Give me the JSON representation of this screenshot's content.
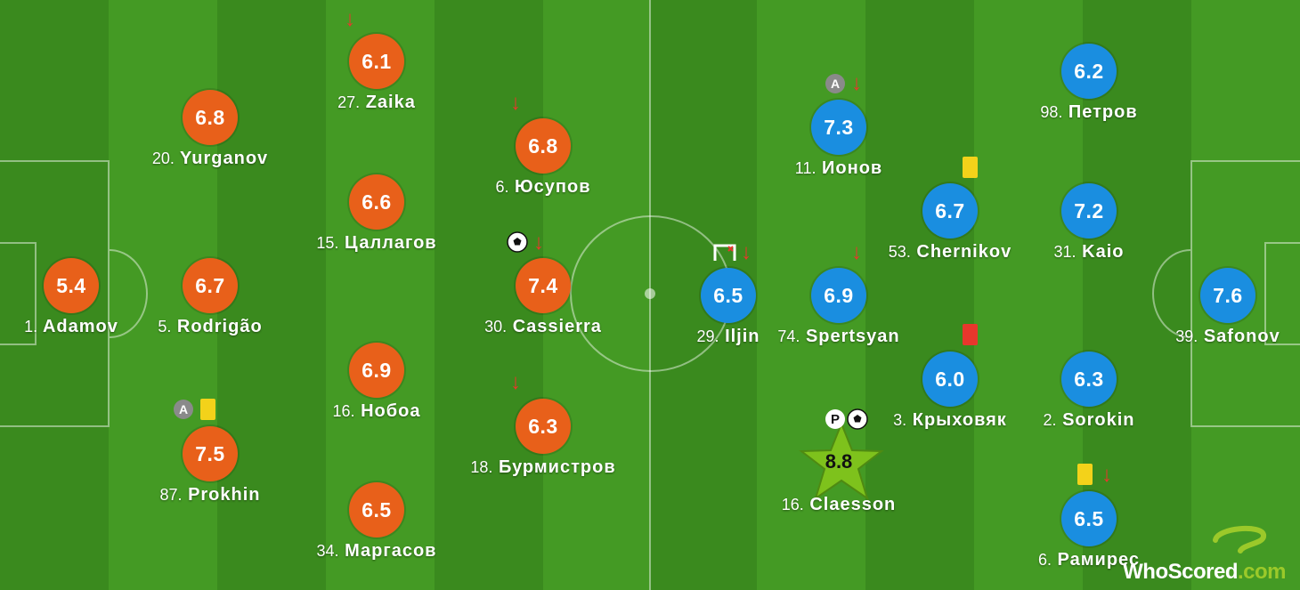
{
  "players": {
    "home": [
      {
        "number": "1.",
        "name": "Adamov",
        "rating": "5.4"
      },
      {
        "number": "20.",
        "name": "Yurganov",
        "rating": "6.8"
      },
      {
        "number": "5.",
        "name": "Rodrigão",
        "rating": "6.7"
      },
      {
        "number": "87.",
        "name": "Prokhin",
        "rating": "7.5"
      },
      {
        "number": "27.",
        "name": "Zaika",
        "rating": "6.1"
      },
      {
        "number": "15.",
        "name": "Цаллагов",
        "rating": "6.6"
      },
      {
        "number": "16.",
        "name": "Нобоа",
        "rating": "6.9"
      },
      {
        "number": "34.",
        "name": "Маргасов",
        "rating": "6.5"
      },
      {
        "number": "6.",
        "name": "Юсупов",
        "rating": "6.8"
      },
      {
        "number": "30.",
        "name": "Cassierra",
        "rating": "7.4"
      },
      {
        "number": "18.",
        "name": "Бурмистров",
        "rating": "6.3"
      }
    ],
    "away": [
      {
        "number": "29.",
        "name": "Iljin",
        "rating": "6.5"
      },
      {
        "number": "11.",
        "name": "Ионов",
        "rating": "7.3"
      },
      {
        "number": "74.",
        "name": "Spertsyan",
        "rating": "6.9"
      },
      {
        "number": "16.",
        "name": "Claesson",
        "rating": "8.8"
      },
      {
        "number": "53.",
        "name": "Chernikov",
        "rating": "6.7"
      },
      {
        "number": "3.",
        "name": "Крыховяк",
        "rating": "6.0"
      },
      {
        "number": "98.",
        "name": "Петров",
        "rating": "6.2"
      },
      {
        "number": "31.",
        "name": "Kaio",
        "rating": "7.2"
      },
      {
        "number": "2.",
        "name": "Sorokin",
        "rating": "6.3"
      },
      {
        "number": "6.",
        "name": "Рамирес",
        "rating": "6.5"
      },
      {
        "number": "39.",
        "name": "Safonov",
        "rating": "7.6"
      }
    ]
  },
  "icons": {
    "captain_letter": "A",
    "penalty_letter": "P"
  },
  "logo": {
    "part1": "WhoScored",
    "part2": ".com"
  },
  "colors": {
    "home": "#e8601a",
    "away": "#1a8ee0",
    "man_of_match": "#7ec21c",
    "pitch_dark": "#3a8a1e",
    "pitch_light": "#449a24"
  }
}
